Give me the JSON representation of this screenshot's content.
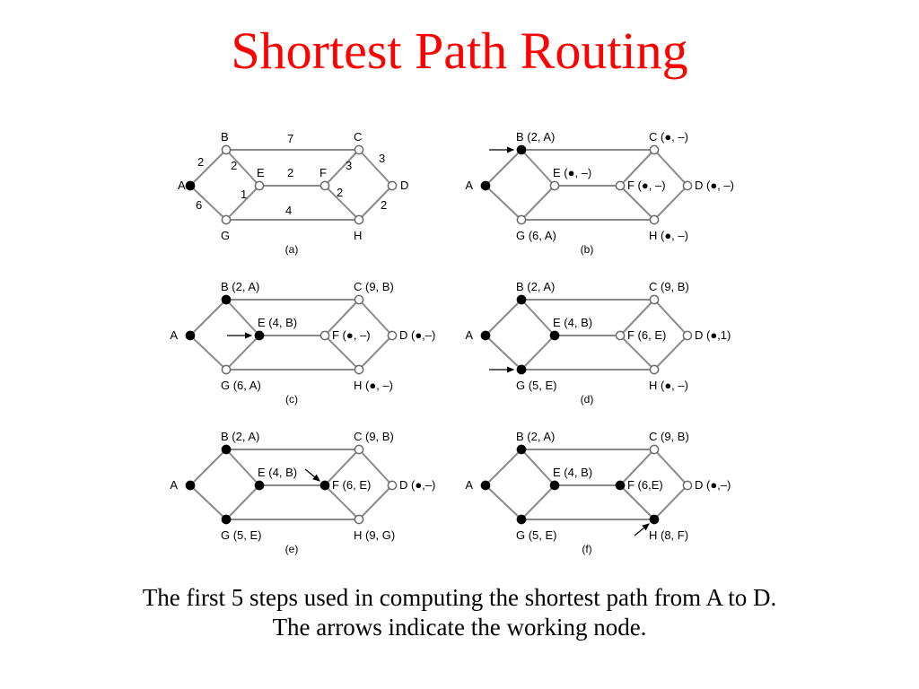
{
  "title": "Shortest Path Routing",
  "caption": {
    "line1": "The first 5 steps used in computing the shortest path from A to D.",
    "line2": "The arrows indicate the working node."
  },
  "graph": {
    "nodes": [
      "A",
      "B",
      "C",
      "D",
      "E",
      "F",
      "G",
      "H"
    ],
    "edges": [
      {
        "from": "A",
        "to": "B",
        "weight": "2"
      },
      {
        "from": "A",
        "to": "G",
        "weight": "6"
      },
      {
        "from": "B",
        "to": "C",
        "weight": "7"
      },
      {
        "from": "B",
        "to": "E",
        "weight": "2"
      },
      {
        "from": "G",
        "to": "E",
        "weight": "1"
      },
      {
        "from": "E",
        "to": "F",
        "weight": "2"
      },
      {
        "from": "F",
        "to": "C",
        "weight": "3"
      },
      {
        "from": "F",
        "to": "H",
        "weight": "2"
      },
      {
        "from": "G",
        "to": "H",
        "weight": "4"
      },
      {
        "from": "C",
        "to": "D",
        "weight": "3"
      },
      {
        "from": "H",
        "to": "D",
        "weight": "2"
      }
    ]
  },
  "panels": [
    {
      "id": "a",
      "panel_label": "(a)",
      "working": null,
      "filled": [
        "A"
      ],
      "labels": {
        "A": "A",
        "B": "B",
        "C": "C",
        "D": "D",
        "E": "E",
        "F": "F",
        "G": "G",
        "H": "H"
      },
      "show_weights": true
    },
    {
      "id": "b",
      "panel_label": "(b)",
      "working": "B",
      "filled": [
        "A",
        "B"
      ],
      "labels": {
        "A": "A",
        "B": "B (2, A)",
        "C": "C (●, –)",
        "D": "D (●, –)",
        "E": "E (●, –)",
        "F": "F (●, –)",
        "G": "G (6, A)",
        "H": "H (●, –)"
      },
      "show_weights": false
    },
    {
      "id": "c",
      "panel_label": "(c)",
      "working": "E",
      "filled": [
        "A",
        "B",
        "E"
      ],
      "labels": {
        "A": "A",
        "B": "B (2, A)",
        "C": "C (9, B)",
        "D": "D (●,–)",
        "E": "E (4, B)",
        "F": "F (●, –)",
        "G": "G (6, A)",
        "H": "H (●, –)"
      },
      "show_weights": false
    },
    {
      "id": "d",
      "panel_label": "(d)",
      "working": "G",
      "filled": [
        "A",
        "B",
        "E",
        "G"
      ],
      "labels": {
        "A": "A",
        "B": "B (2, A)",
        "C": "C (9, B)",
        "D": "D (●,1)",
        "E": "E (4, B)",
        "F": "F (6, E)",
        "G": "G (5, E)",
        "H": "H (●, –)"
      },
      "show_weights": false
    },
    {
      "id": "e",
      "panel_label": "(e)",
      "working": "F",
      "filled": [
        "A",
        "B",
        "E",
        "G",
        "F"
      ],
      "labels": {
        "A": "A",
        "B": "B (2, A)",
        "C": "C (9, B)",
        "D": "D (●,–)",
        "E": "E (4, B)",
        "F": "F (6, E)",
        "G": "G (5, E)",
        "H": "H (9, G)"
      },
      "show_weights": false
    },
    {
      "id": "f",
      "panel_label": "(f)",
      "working": "H",
      "filled": [
        "A",
        "B",
        "E",
        "G",
        "F",
        "H"
      ],
      "labels": {
        "A": "A",
        "B": "B (2, A)",
        "C": "C (9, B)",
        "D": "D (●,–)",
        "E": "E (4, B)",
        "F": "F (6,E)",
        "G": "G (5, E)",
        "H": "H (8, F)"
      },
      "show_weights": false
    }
  ]
}
